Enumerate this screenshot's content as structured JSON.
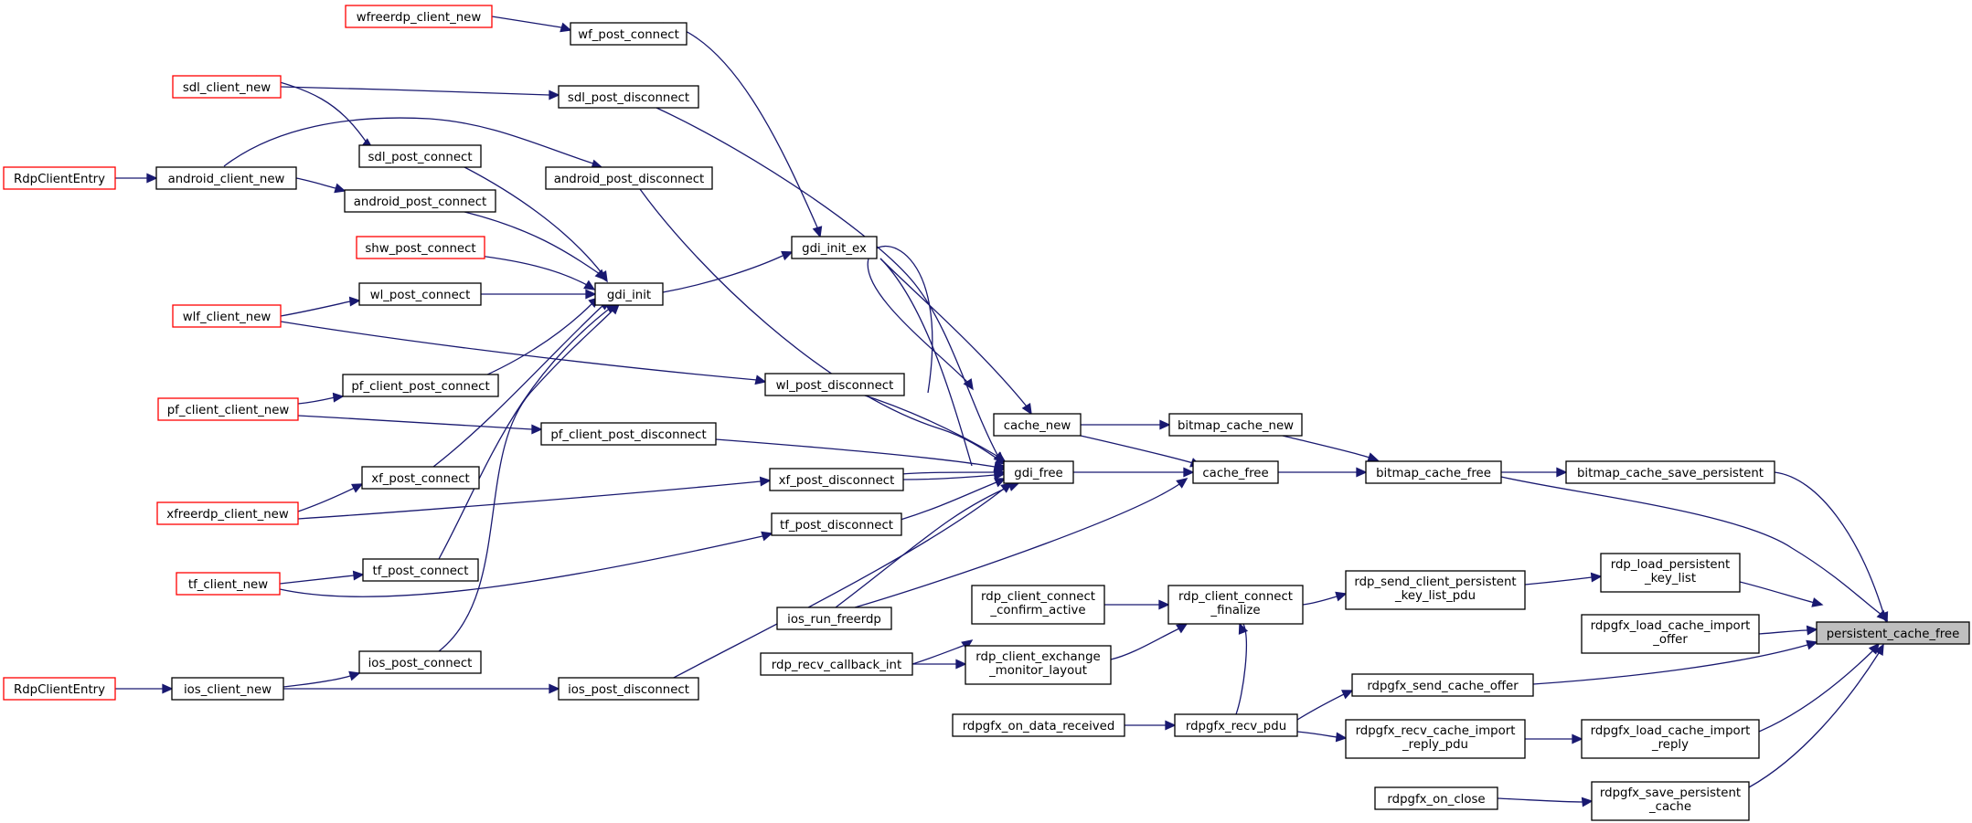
{
  "colors": {
    "edge": "#191970",
    "node_border": "#000000",
    "truncated_node_border": "#ff0000",
    "root_fill": "#bfbfbf"
  },
  "nodes": {
    "persistent_cache_free": [
      "persistent_cache_free"
    ],
    "bitmap_cache_save_persistent": [
      "bitmap_cache_save_persistent"
    ],
    "rdp_load_persistent_key_list": [
      "rdp_load_persistent",
      "_key_list"
    ],
    "rdpgfx_load_cache_import_offer": [
      "rdpgfx_load_cache_import",
      "_offer"
    ],
    "rdpgfx_send_cache_offer": [
      "rdpgfx_send_cache_offer"
    ],
    "rdpgfx_load_cache_import_reply": [
      "rdpgfx_load_cache_import",
      "_reply"
    ],
    "rdpgfx_save_persistent_cache": [
      "rdpgfx_save_persistent",
      "_cache"
    ],
    "bitmap_cache_free": [
      "bitmap_cache_free"
    ],
    "rdp_send_client_persistent_key_list_pdu": [
      "rdp_send_client_persistent",
      "_key_list_pdu"
    ],
    "rdpgfx_recv_pdu": [
      "rdpgfx_recv_pdu"
    ],
    "rdpgfx_recv_cache_import_reply_pdu": [
      "rdpgfx_recv_cache_import",
      "_reply_pdu"
    ],
    "rdpgfx_on_close": [
      "rdpgfx_on_close"
    ],
    "bitmap_cache_new": [
      "bitmap_cache_new"
    ],
    "cache_free": [
      "cache_free"
    ],
    "rdp_client_connect_finalize": [
      "rdp_client_connect",
      "_finalize"
    ],
    "rdpgfx_on_data_received": [
      "rdpgfx_on_data_received"
    ],
    "cache_new": [
      "cache_new"
    ],
    "gdi_free": [
      "gdi_free"
    ],
    "ios_run_freerdp": [
      "ios_run_freerdp"
    ],
    "rdp_client_connect_confirm_active": [
      "rdp_client_connect",
      "_confirm_active"
    ],
    "rdp_client_exchange_monitor_layout": [
      "rdp_client_exchange",
      "_monitor_layout"
    ],
    "rdp_recv_callback_int": [
      "rdp_recv_callback_int"
    ],
    "gdi_init_ex": [
      "gdi_init_ex"
    ],
    "wl_post_disconnect": [
      "wl_post_disconnect"
    ],
    "xf_post_disconnect": [
      "xf_post_disconnect"
    ],
    "tf_post_disconnect": [
      "tf_post_disconnect"
    ],
    "pf_client_post_disconnect": [
      "pf_client_post_disconnect"
    ],
    "ios_post_disconnect": [
      "ios_post_disconnect"
    ],
    "android_post_disconnect": [
      "android_post_disconnect"
    ],
    "sdl_post_disconnect": [
      "sdl_post_disconnect"
    ],
    "wf_post_connect": [
      "wf_post_connect"
    ],
    "gdi_init": [
      "gdi_init"
    ],
    "wfreerdp_client_new": [
      "wfreerdp_client_new"
    ],
    "sdl_client_new": [
      "sdl_client_new"
    ],
    "sdl_post_connect": [
      "sdl_post_connect"
    ],
    "android_post_connect": [
      "android_post_connect"
    ],
    "shw_post_connect": [
      "shw_post_connect"
    ],
    "wl_post_connect": [
      "wl_post_connect"
    ],
    "pf_client_post_connect": [
      "pf_client_post_connect"
    ],
    "xf_post_connect": [
      "xf_post_connect"
    ],
    "tf_post_connect": [
      "tf_post_connect"
    ],
    "ios_post_connect": [
      "ios_post_connect"
    ],
    "android_client_new": [
      "android_client_new"
    ],
    "RdpClientEntry_a": [
      "RdpClientEntry"
    ],
    "wlf_client_new": [
      "wlf_client_new"
    ],
    "pf_client_client_new": [
      "pf_client_client_new"
    ],
    "xfreerdp_client_new": [
      "xfreerdp_client_new"
    ],
    "tf_client_new": [
      "tf_client_new"
    ],
    "ios_client_new": [
      "ios_client_new"
    ],
    "RdpClientEntry_b": [
      "RdpClientEntry"
    ]
  }
}
